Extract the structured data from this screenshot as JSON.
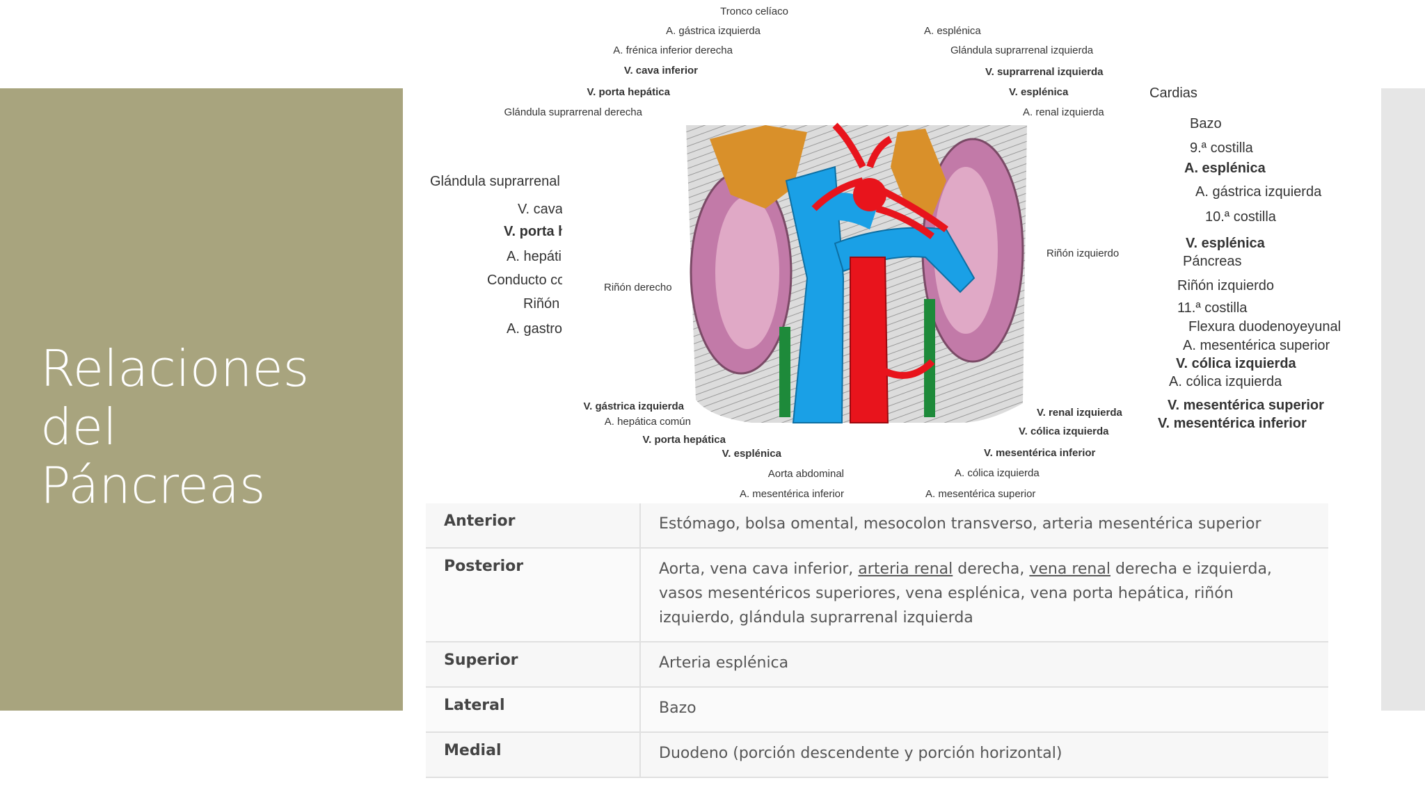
{
  "slide": {
    "title_line1": "Relaciones del",
    "title_line2": "Páncreas"
  },
  "figure": {
    "top_left_labels": [
      {
        "text": "Tronco celíaco",
        "bold": false
      },
      {
        "text": "A. gástrica izquierda",
        "bold": false
      },
      {
        "text": "A. frénica inferior derecha",
        "bold": false
      },
      {
        "text": "V. cava inferior",
        "bold": true
      },
      {
        "text": "V. porta hepática",
        "bold": true
      },
      {
        "text": "Glándula suprarrenal derecha",
        "bold": false
      }
    ],
    "top_right_labels": [
      {
        "text": "A. esplénica",
        "bold": false
      },
      {
        "text": "Glándula suprarrenal izquierda",
        "bold": false
      },
      {
        "text": "V. suprarrenal izquierda",
        "bold": true
      },
      {
        "text": "V. esplénica",
        "bold": true
      },
      {
        "text": "A. renal izquierda",
        "bold": false
      }
    ],
    "mid_left": "Riñón derecho",
    "mid_right": "Riñón izquierdo",
    "bottom_left_labels": [
      {
        "text": "V. gástrica izquierda",
        "bold": true
      },
      {
        "text": "A. hepática común",
        "bold": false
      },
      {
        "text": "V. porta hepática",
        "bold": true
      },
      {
        "text": "V. esplénica",
        "bold": true
      },
      {
        "text": "Aorta abdominal",
        "bold": false
      },
      {
        "text": "A. mesentérica inferior",
        "bold": false
      }
    ],
    "bottom_right_labels": [
      {
        "text": "V. renal izquierda",
        "bold": true
      },
      {
        "text": "V. cólica izquierda",
        "bold": true
      },
      {
        "text": "V. mesentérica inferior",
        "bold": true
      },
      {
        "text": "A. cólica izquierda",
        "bold": false
      },
      {
        "text": "A. mesentérica superior",
        "bold": false
      }
    ],
    "cut_left_labels": [
      "Glándula suprarrenal d",
      "V. cava i",
      "V. porta he",
      "A. hepáti",
      "Conducto co",
      "Riñón d",
      "A. gastro"
    ],
    "side_labels": [
      {
        "text": "Cardias",
        "bold": false
      },
      {
        "text": "Bazo",
        "bold": false
      },
      {
        "text": "9.ª costilla",
        "bold": false
      },
      {
        "text": "A. esplénica",
        "bold": true
      },
      {
        "text": "A. gástrica izquierda",
        "bold": false
      },
      {
        "text": "10.ª costilla",
        "bold": false
      },
      {
        "text": "V. esplénica",
        "bold": true
      },
      {
        "text": "Páncreas",
        "bold": false
      },
      {
        "text": "Riñón izquierdo",
        "bold": false
      },
      {
        "text": "11.ª costilla",
        "bold": false
      },
      {
        "text": "Flexura duodenoyeyunal",
        "bold": false
      },
      {
        "text": "A. mesentérica superior",
        "bold": false
      },
      {
        "text": "V. cólica izquierda",
        "bold": true
      },
      {
        "text": "A. cólica izquierda",
        "bold": false
      },
      {
        "text": "V. mesentérica superior",
        "bold": true
      },
      {
        "text": "V. mesentérica inferior",
        "bold": true
      }
    ]
  },
  "table": {
    "rows": [
      {
        "key": "Anterior",
        "value": "Estómago, bolsa omental, mesocolon transverso, arteria mesentérica superior"
      },
      {
        "key": "Posterior",
        "value_parts": [
          "Aorta, vena cava inferior, ",
          "arteria renal",
          " derecha, ",
          "vena renal",
          " derecha e izquierda, vasos mesentéricos superiores, vena esplénica, vena porta hepática, riñón izquierdo, glándula suprarrenal izquierda"
        ]
      },
      {
        "key": "Superior",
        "value": "Arteria esplénica"
      },
      {
        "key": "Lateral",
        "value": "Bazo"
      },
      {
        "key": "Medial",
        "value": "Duodeno (porción descendente y porción horizontal)"
      }
    ]
  },
  "colors": {
    "panel": "#a8a47e",
    "artery": "#e8141c",
    "vein": "#1aa0e6",
    "adrenal": "#d9902a",
    "kidney": "#c27aa8",
    "ureter": "#1e8a3a"
  }
}
